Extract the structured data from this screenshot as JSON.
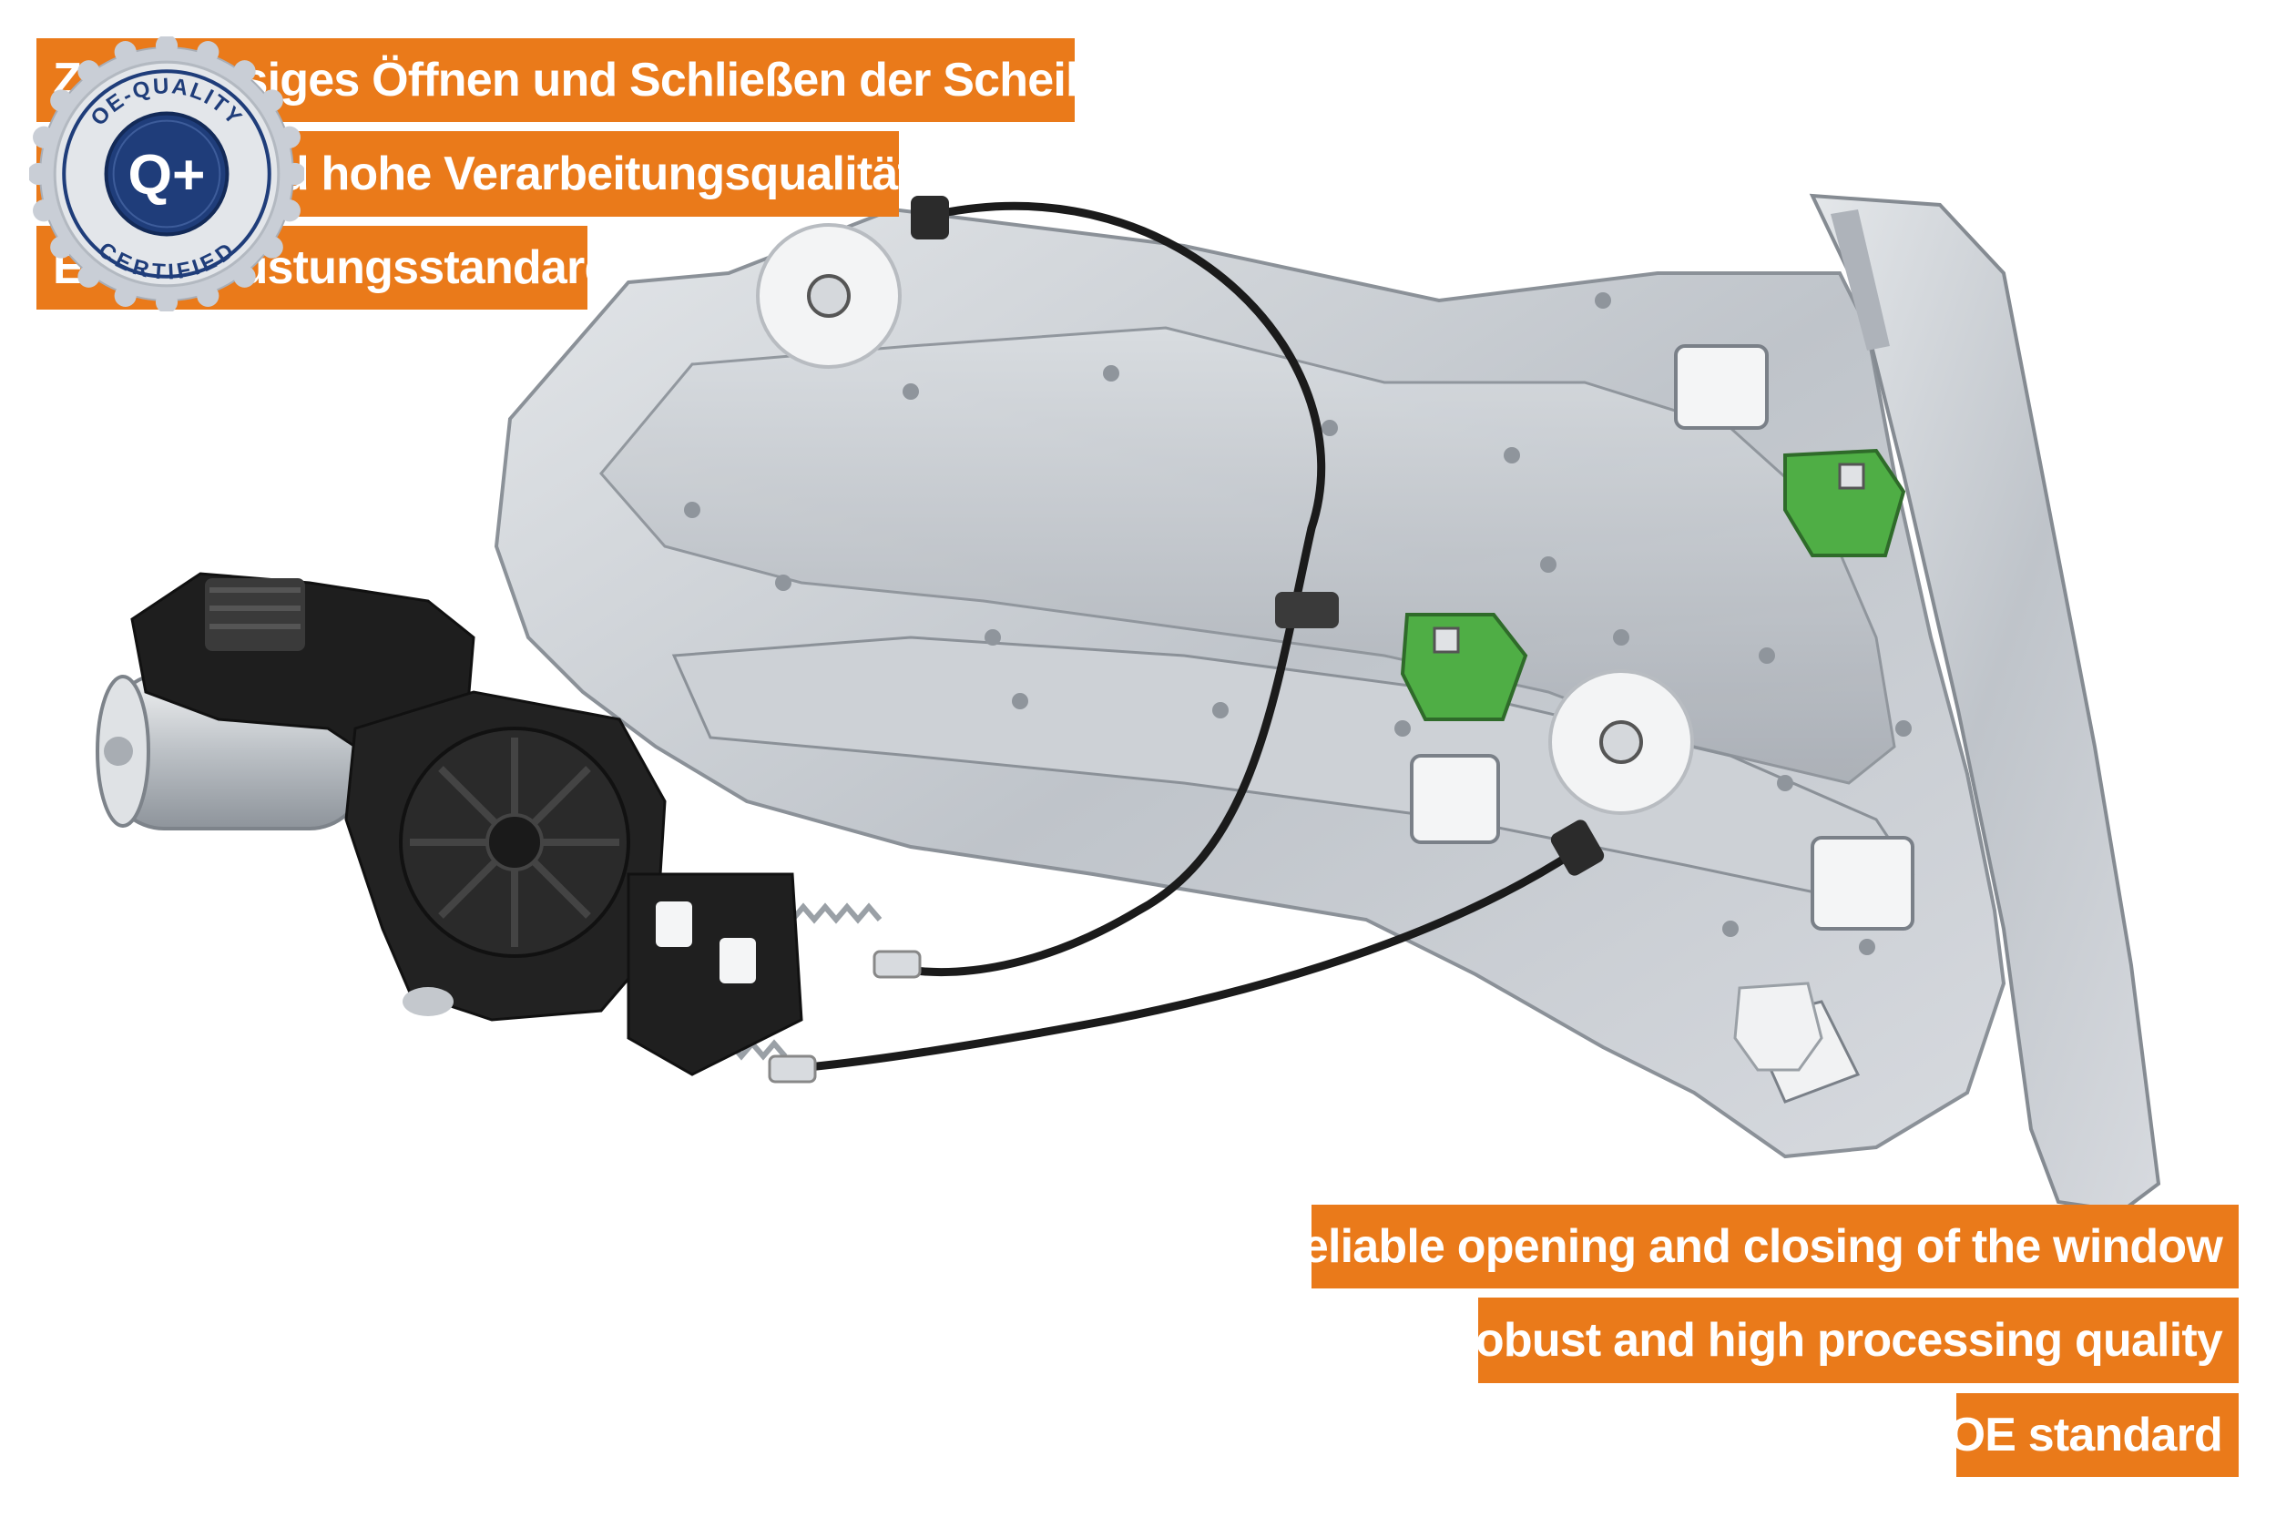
{
  "banners_de": [
    "Zuverlässiges Öffnen und Schließen der Scheibe",
    "Robust und hohe Verarbeitungsqualität",
    "Erstausrüstungsstandard"
  ],
  "banners_en": [
    "Reliable opening and closing of the window",
    "Robust and high processing quality",
    "OE standard"
  ],
  "seal": {
    "top_text": "OE-QUALITY",
    "center_text": "Q+",
    "bottom_text": "CERTIFIED"
  },
  "colors": {
    "banner": "#ea7a1a",
    "seal_blue": "#1f3d7a",
    "seal_silver": "#c9ced6",
    "metal": "#c7cbd0"
  },
  "product": "window regulator with motor"
}
